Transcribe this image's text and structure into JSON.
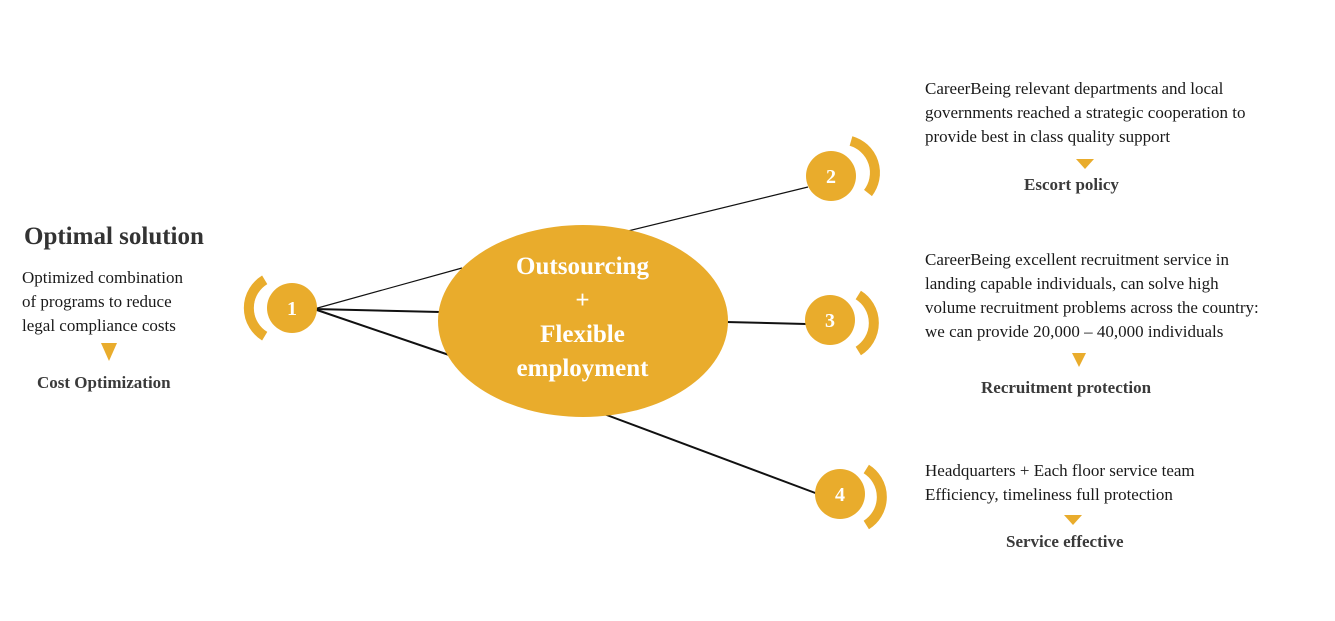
{
  "colors": {
    "accent": "#e9ac2c",
    "line": "#111111",
    "text": "#1a1a1a"
  },
  "center": {
    "line1": "Outsourcing",
    "line2": "+",
    "line3": "Flexible",
    "line4": "employment"
  },
  "nodes": [
    {
      "number": "1"
    },
    {
      "number": "2"
    },
    {
      "number": "3"
    },
    {
      "number": "4"
    }
  ],
  "left": {
    "title": "Optimal solution",
    "lines": [
      "Optimized combination",
      "of programs to reduce",
      "legal compliance costs"
    ],
    "caption": "Cost Optimization"
  },
  "items": [
    {
      "lines": [
        "CareerBeing relevant departments and local",
        "governments reached a strategic cooperation to",
        "provide best in class quality support"
      ],
      "caption": "Escort policy"
    },
    {
      "lines": [
        "CareerBeing excellent recruitment service in",
        "landing capable individuals, can solve high",
        "volume recruitment problems across the country:",
        "we can provide 20,000 – 40,000 individuals"
      ],
      "caption": "Recruitment protection"
    },
    {
      "lines": [
        "Headquarters + Each floor service team",
        "Efficiency, timeliness full protection"
      ],
      "caption": "Service effective"
    }
  ]
}
